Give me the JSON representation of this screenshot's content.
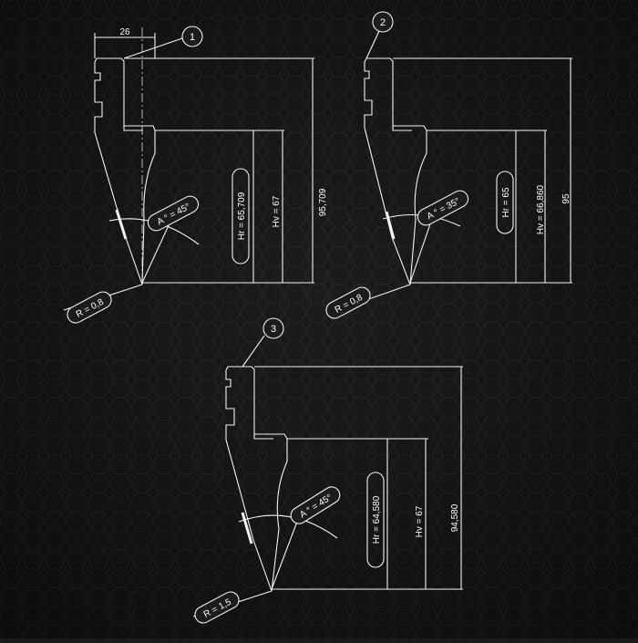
{
  "colors": {
    "background": "#1a1a1a",
    "line": "#f2f2f2",
    "hex_pattern": "#2a2a2a"
  },
  "drawings": [
    {
      "number": "1",
      "width": "26",
      "total_height": "95,709",
      "hr": "Hr = 65,709",
      "hv": "Hv = 67",
      "angle": "A ° = 45°",
      "radius": "R = 0,8"
    },
    {
      "number": "2",
      "total_height": "95",
      "hr": "Hr = 65",
      "hv": "Hv = 66,860",
      "angle": "A ° = 35°",
      "radius": "R = 0,8"
    },
    {
      "number": "3",
      "total_height": "94,580",
      "hr": "Hr = 64,580",
      "hv": "Hv = 67",
      "angle": "A ° = 45°",
      "radius": "R = 1,5"
    }
  ]
}
